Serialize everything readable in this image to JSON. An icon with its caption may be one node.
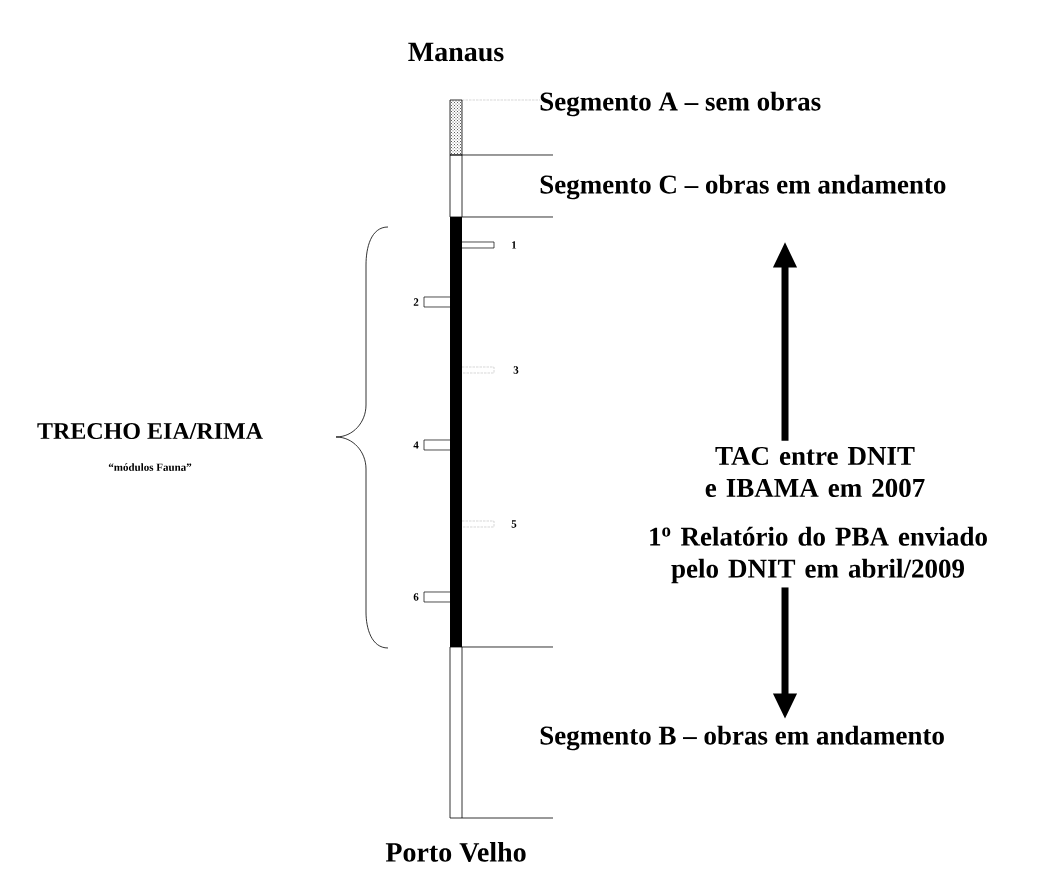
{
  "diagram": {
    "nodes": [
      {
        "text": [
          "Manaus"
        ]
      },
      {
        "text": [
          "Segmento A – sem obras"
        ]
      },
      {
        "text": [
          "Segmento C – obras em andamento"
        ]
      },
      {
        "text": [
          "TAC entre DNIT e IBAMA em 2007"
        ]
      },
      {
        "text": [
          "1$^{o}$ Relatório do PBA enviado pelo DNIT em abril/2009"
        ]
      },
      {
        "text": [
          "Segmento B – obras em andamento"
        ]
      },
      {
        "text": [
          "Porto Velho"
        ]
      },
      {
        "text": [
          "TRECHO EIA/RIMA",
          "“módulos Fauna”"
        ]
      }
    ],
    "edges": [
      {
        "from": 3,
        "to": 2,
        "arrow": "to"
      },
      {
        "from": 4,
        "to": 5,
        "arrow": "to"
      }
    ],
    "labels": [
      "1",
      "2",
      "3",
      "4",
      "5",
      "6"
    ]
  }
}
